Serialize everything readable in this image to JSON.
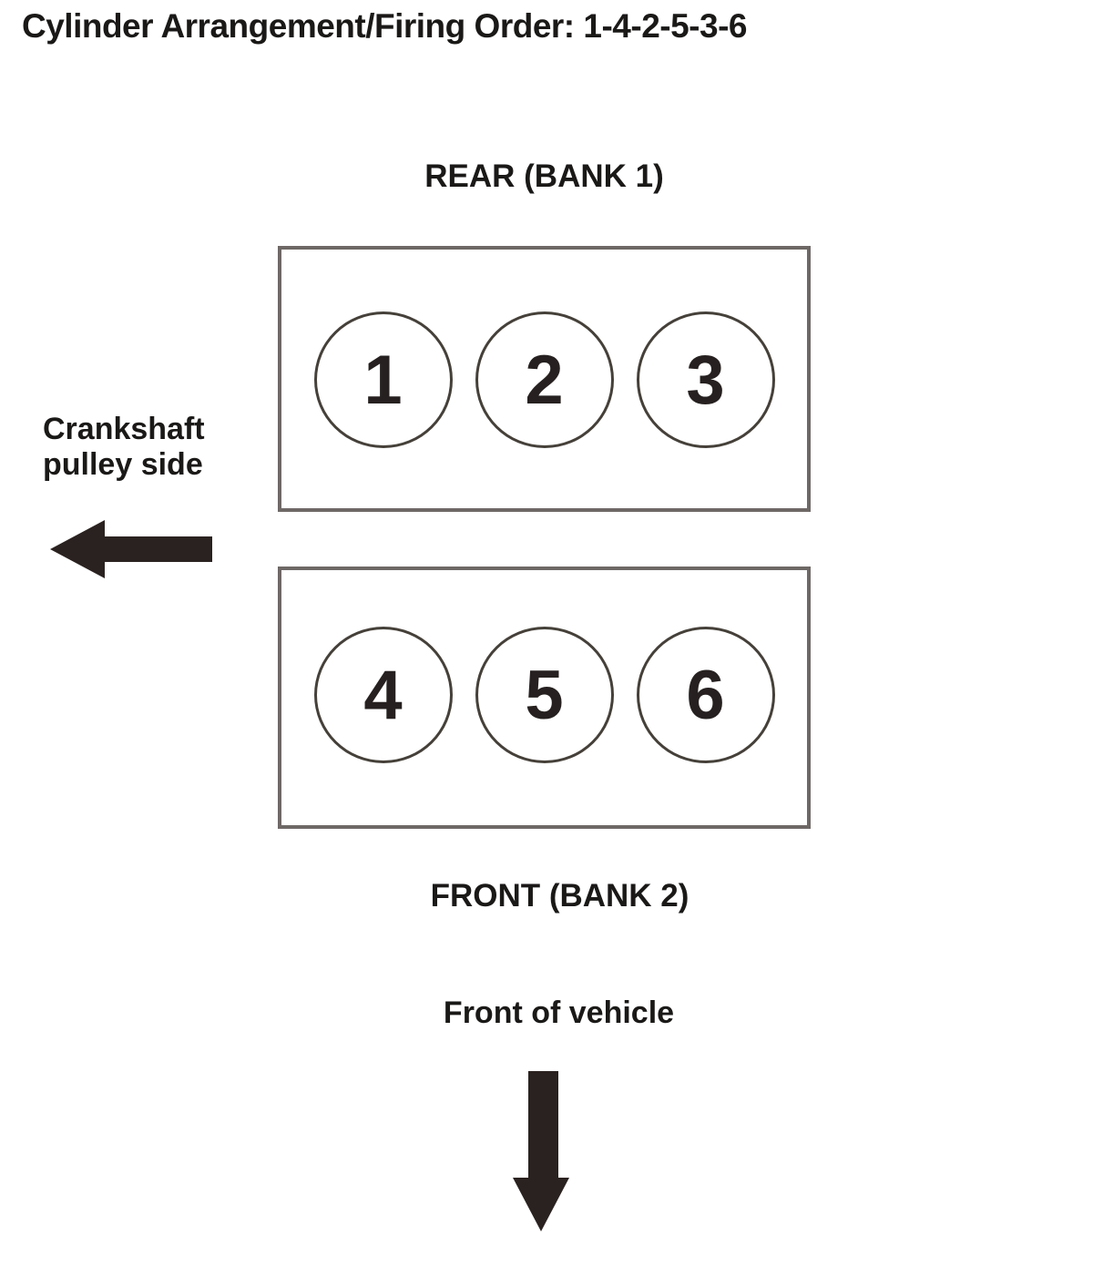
{
  "title": "Cylinder Arrangement/Firing Order: 1-4-2-5-3-6",
  "rear_bank": {
    "label": "REAR (BANK 1)",
    "cylinders": [
      "1",
      "2",
      "3"
    ]
  },
  "front_bank": {
    "label": "FRONT (BANK 2)",
    "cylinders": [
      "4",
      "5",
      "6"
    ]
  },
  "crankshaft_label": {
    "line1": "Crankshaft",
    "line2": "pulley side"
  },
  "front_of_vehicle_label": "Front of vehicle",
  "colors": {
    "text": "#1b1918",
    "arrow": "#2a2220",
    "box_border": "#6e6866",
    "circle_border": "#454039"
  }
}
